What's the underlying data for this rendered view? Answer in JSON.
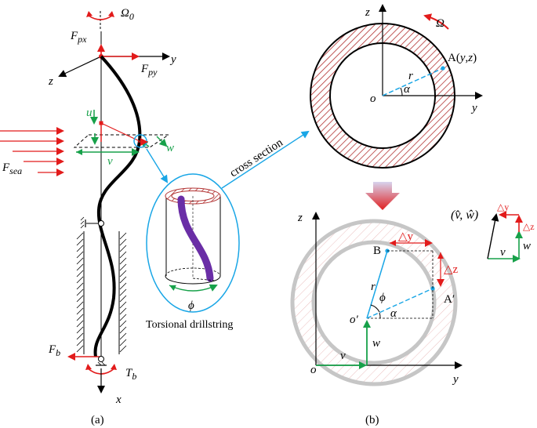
{
  "panel_a": {
    "caption": "(a)",
    "omega0": "Ω",
    "omega0_sub": "0",
    "Fpx": "F",
    "Fpx_sub": "px",
    "Fpy": "F",
    "Fpy_sub": "py",
    "y": "y",
    "z": "z",
    "u": "u",
    "v": "v",
    "w": "w",
    "Fsea": "F",
    "Fsea_sub": "sea",
    "Fb": "F",
    "Fb_sub": "b",
    "Tb": "T",
    "Tb_sub": "b",
    "x": "x",
    "cross_section": "cross section",
    "phi": "ϕ",
    "torsional": "Torsional drillstring"
  },
  "panel_b": {
    "caption": "(b)",
    "z_top": "z",
    "y_top": "y",
    "o_top": "o",
    "r_top": "r",
    "alpha_top": "α",
    "Omega": "Ω",
    "A_label": "A(",
    "A_y": "y",
    "A_comma": ",",
    "A_z": "z",
    "A_close": ")",
    "z_bot": "z",
    "y_bot": "y",
    "o_bot": "o",
    "o_prime": "o′",
    "B": "B",
    "A_prime": "A′",
    "r_bot": "r",
    "phi_bot": "ϕ",
    "alpha_bot": "α",
    "v_bot": "v",
    "w_bot": "w",
    "dy": "△y",
    "dz": "△z",
    "vw_hat": "(v̂, ŵ)",
    "small_dy": "△y",
    "small_dz": "△z",
    "small_v": "v",
    "small_w": "w"
  },
  "colors": {
    "red": "#e21b1b",
    "blue": "#19a6e6",
    "green": "#17a14a",
    "purple": "#6a2ea6",
    "ring_dark": "#9a2a2a",
    "ring_gray": "#c4c4c4",
    "arrow_gradient_top": "#d7d3ec",
    "arrow_gradient_bottom": "#e02323"
  }
}
